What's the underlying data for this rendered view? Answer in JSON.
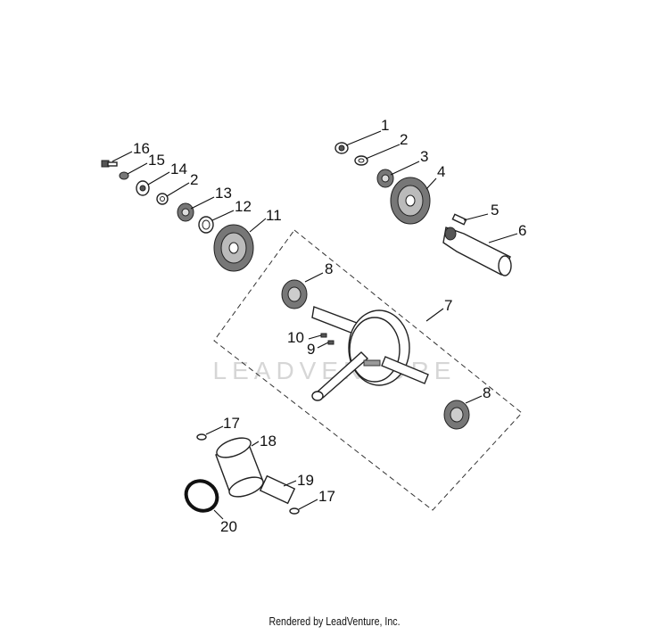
{
  "diagram": {
    "watermark": "LEADVENTURE",
    "footer": "Rendered by LeadVenture, Inc.",
    "callouts": {
      "c1": "1",
      "c2a": "2",
      "c3": "3",
      "c4": "4",
      "c5": "5",
      "c6": "6",
      "c7": "7",
      "c8a": "8",
      "c8b": "8",
      "c9": "9",
      "c10": "10",
      "c11": "11",
      "c12": "12",
      "c13": "13",
      "c14": "14",
      "c2b": "2",
      "c15": "15",
      "c16": "16",
      "c17a": "17",
      "c17b": "17",
      "c18": "18",
      "c19": "19",
      "c20": "20"
    }
  }
}
